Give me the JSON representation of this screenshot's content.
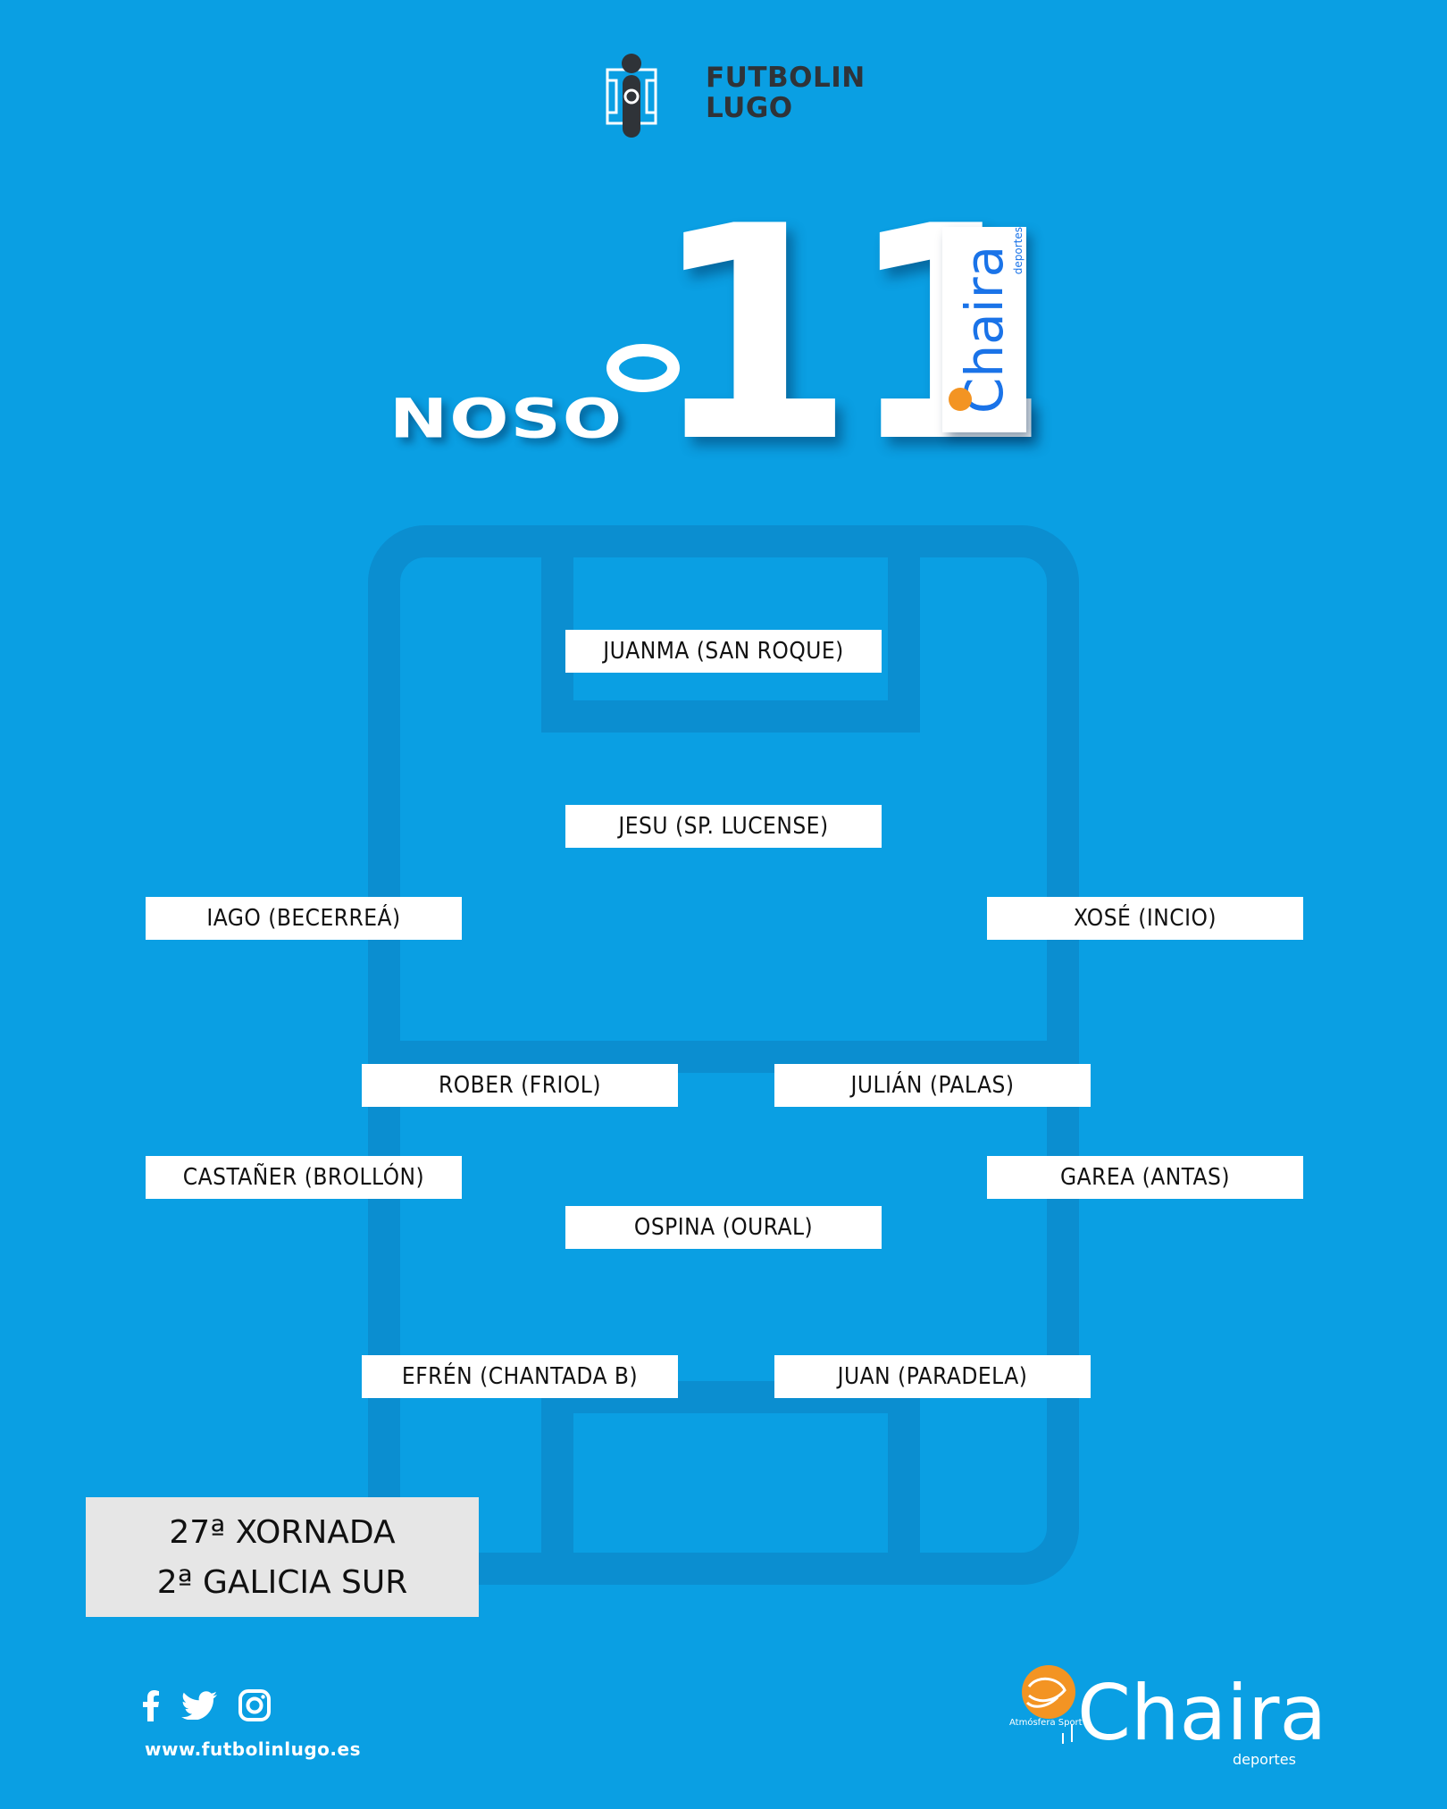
{
  "brand": {
    "line1": "FUTBOLIN",
    "line2": "LUGO"
  },
  "title": {
    "prefix_top": "O",
    "prefix_bottom": "NOSO",
    "number": "11"
  },
  "sponsor": {
    "name": "Chaira",
    "sub": "deportes",
    "tagline": "Atmósfera Sport",
    "ball_color": "#f39423"
  },
  "players": [
    "JUANMA (SAN ROQUE)",
    "JESU (SP. LUCENSE)",
    "IAGO (BECERREÁ)",
    "XOSÉ (INCIO)",
    "ROBER (FRIOL)",
    "JULIÁN (PALAS)",
    "CASTAÑER (BROLLÓN)",
    "GAREA (ANTAS)",
    "OSPINA (OURAL)",
    "EFRÉN (CHANTADA B)",
    "JUAN (PARADELA)"
  ],
  "matchday": {
    "round": "27ª XORNADA",
    "league": "2ª GALICIA SUR"
  },
  "footer": {
    "icons": [
      "facebook-icon",
      "twitter-icon",
      "instagram-icon"
    ],
    "website": "www.futbolinlugo.es"
  },
  "colors": {
    "background": "#0a9fe3",
    "pitch_lines": "#0b8ed0",
    "matchday_box": "#e6e6e6"
  }
}
